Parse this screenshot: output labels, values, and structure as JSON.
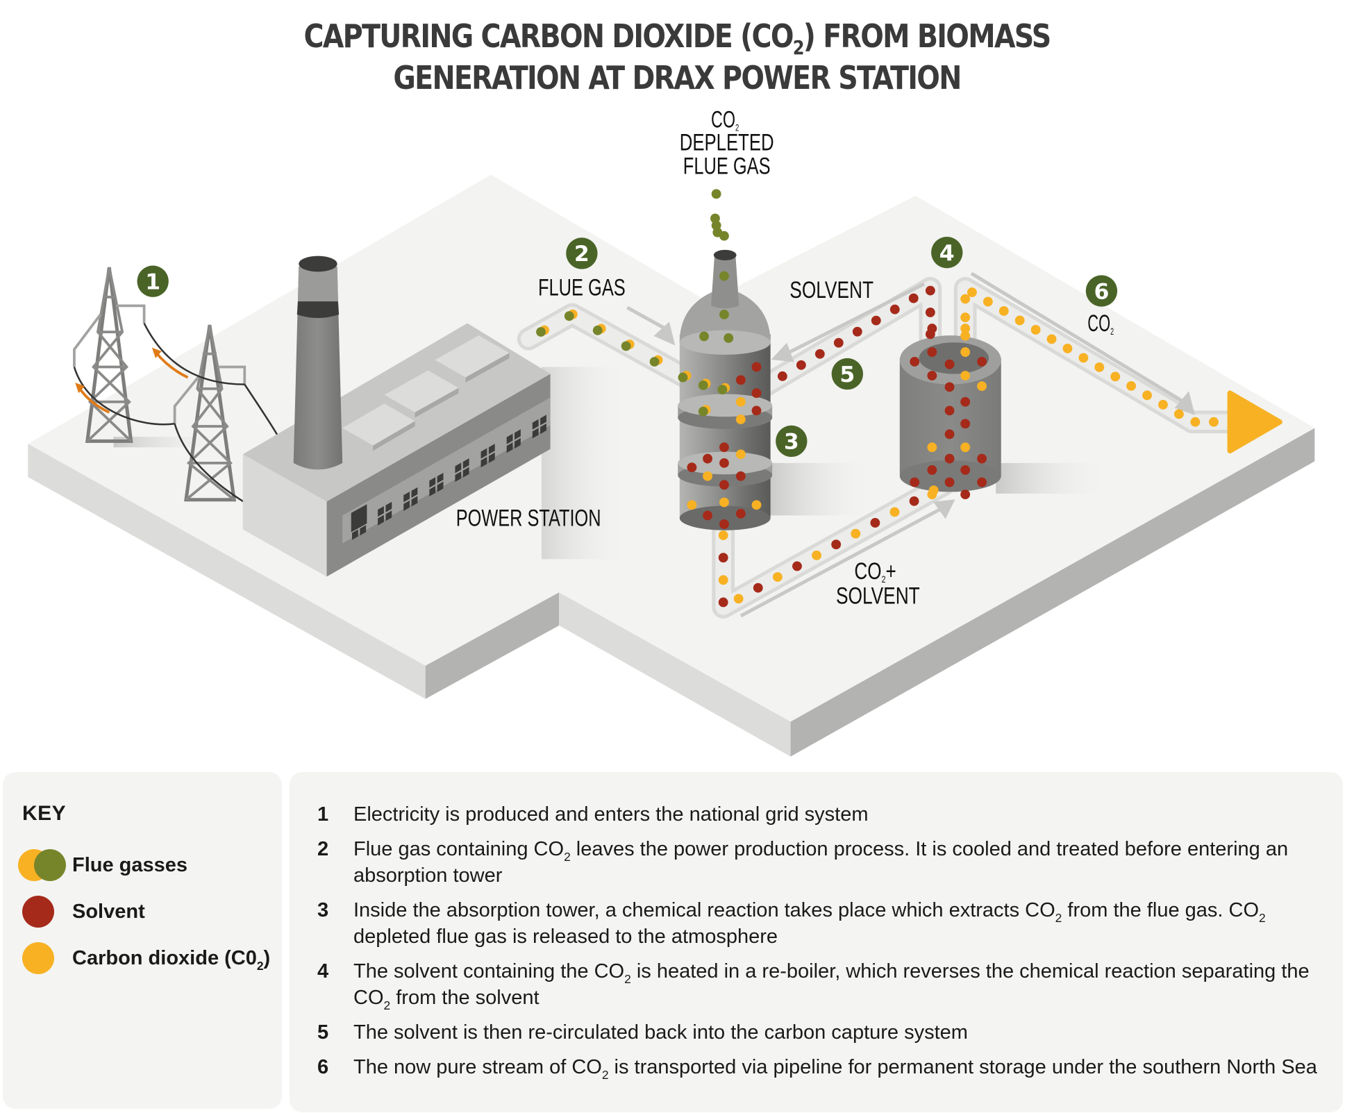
{
  "title": {
    "line1_before_sub": "CAPTURING CARBON DIOXIDE (CO",
    "line1_sub": "2",
    "line1_after_sub": ") FROM BIOMASS",
    "line2": "GENERATION AT DRAX POWER STATION"
  },
  "diagram": {
    "labels": {
      "depleted_line1": "CO",
      "depleted_line1_sub": "2",
      "depleted_line2": "DEPLETED",
      "depleted_line3": "FLUE GAS",
      "flue_gas": "FLUE GAS",
      "solvent": "SOLVENT",
      "co2": "CO",
      "co2_sub": "2",
      "co2_solvent_line1": "CO",
      "co2_solvent_line1_sub": "2",
      "co2_solvent_line1_tail": "+",
      "co2_solvent_line2": "SOLVENT",
      "power_station": "POWER STATION"
    },
    "badges": [
      "1",
      "2",
      "3",
      "4",
      "5",
      "6"
    ],
    "colors": {
      "badge": "#4a6428",
      "flue_gas": "#77852a",
      "solvent": "#a52a1a",
      "co2": "#f7b123",
      "arrow_orange": "#e07b16"
    },
    "flows": {
      "flue_gas_pipe": [
        "flue",
        "flue",
        "flue",
        "flue",
        "flue",
        "flue"
      ],
      "depleted_exhaust": [
        "green",
        "green",
        "green"
      ],
      "solvent_return": [
        "red",
        "red",
        "red",
        "red",
        "red",
        "red",
        "red",
        "red",
        "red",
        "red",
        "red"
      ],
      "co2_solvent_pipe": [
        "orange",
        "red",
        "orange",
        "red",
        "orange",
        "red",
        "orange",
        "red",
        "orange",
        "red",
        "orange",
        "red",
        "orange",
        "red",
        "orange"
      ],
      "co2_pipeline": [
        "orange",
        "orange",
        "orange",
        "orange",
        "orange",
        "orange",
        "orange",
        "orange",
        "orange",
        "orange",
        "orange",
        "orange",
        "orange",
        "orange",
        "orange",
        "orange",
        "orange",
        "orange",
        "orange"
      ]
    }
  },
  "key": {
    "title": "KEY",
    "items": [
      {
        "label": "Flue gasses",
        "colors": [
          "#f7b123",
          "#77852a"
        ]
      },
      {
        "label": "Solvent",
        "colors": [
          "#a52a1a"
        ]
      },
      {
        "label_before_sub": "Carbon dioxide (C0",
        "label_sub": "2",
        "label_after_sub": ")",
        "colors": [
          "#f7b123"
        ]
      }
    ]
  },
  "steps": [
    {
      "num": "1",
      "parts": [
        {
          "t": "Electricity is produced and enters the national grid system"
        }
      ]
    },
    {
      "num": "2",
      "parts": [
        {
          "t": "Flue gas containing CO"
        },
        {
          "s": "2"
        },
        {
          "t": " leaves the power production process. It is cooled and treated before entering an absorption tower"
        }
      ]
    },
    {
      "num": "3",
      "parts": [
        {
          "t": "Inside the absorption tower, a chemical reaction takes place which extracts CO"
        },
        {
          "s": "2"
        },
        {
          "t": " from the flue gas. CO"
        },
        {
          "s": "2"
        },
        {
          "t": " depleted flue gas is released to the atmosphere"
        }
      ]
    },
    {
      "num": "4",
      "parts": [
        {
          "t": "The solvent containing the CO"
        },
        {
          "s": "2"
        },
        {
          "t": " is heated in a re-boiler, which reverses the chemical reaction separating the CO"
        },
        {
          "s": "2"
        },
        {
          "t": " from the solvent"
        }
      ]
    },
    {
      "num": "5",
      "parts": [
        {
          "t": "The solvent is then re-circulated back into the carbon capture system"
        }
      ]
    },
    {
      "num": "6",
      "parts": [
        {
          "t": "The now pure stream of CO"
        },
        {
          "s": "2"
        },
        {
          "t": " is transported via pipeline for permanent storage under the southern North Sea"
        }
      ]
    }
  ]
}
